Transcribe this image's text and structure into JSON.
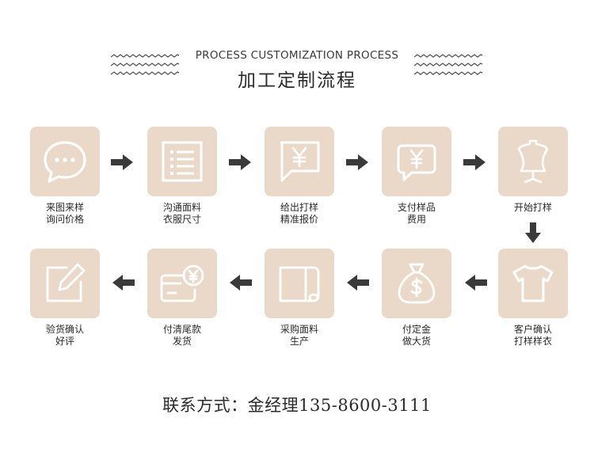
{
  "header": {
    "subtitle": "PROCESS CUSTOMIZATION PROCESS",
    "title": "加工定制流程"
  },
  "steps": [
    {
      "label": "来图来样\n询问价格",
      "icon": "chat-bubble-icon"
    },
    {
      "label": "沟通面料\n衣服尺寸",
      "icon": "list-icon"
    },
    {
      "label": "给出打样\n精准报价",
      "icon": "yen-bubble-icon"
    },
    {
      "label": "支付样品\n费用",
      "icon": "yen-payment-icon"
    },
    {
      "label": "开始打样",
      "icon": "dress-form-icon"
    },
    {
      "label": "客户确认\n打样样衣",
      "icon": "tshirt-icon"
    },
    {
      "label": "付定金\n做大货",
      "icon": "money-bag-icon"
    },
    {
      "label": "采购面料\n生产",
      "icon": "fabric-roll-icon"
    },
    {
      "label": "付清尾款\n发货",
      "icon": "card-yen-icon"
    },
    {
      "label": "验货确认\n好评",
      "icon": "edit-icon"
    }
  ],
  "colors": {
    "tile": "#ead9c8",
    "arrow": "#3a3a3a",
    "text": "#2b2b2b"
  },
  "contact": {
    "text": "联系方式：金经理135-8600-3111"
  }
}
